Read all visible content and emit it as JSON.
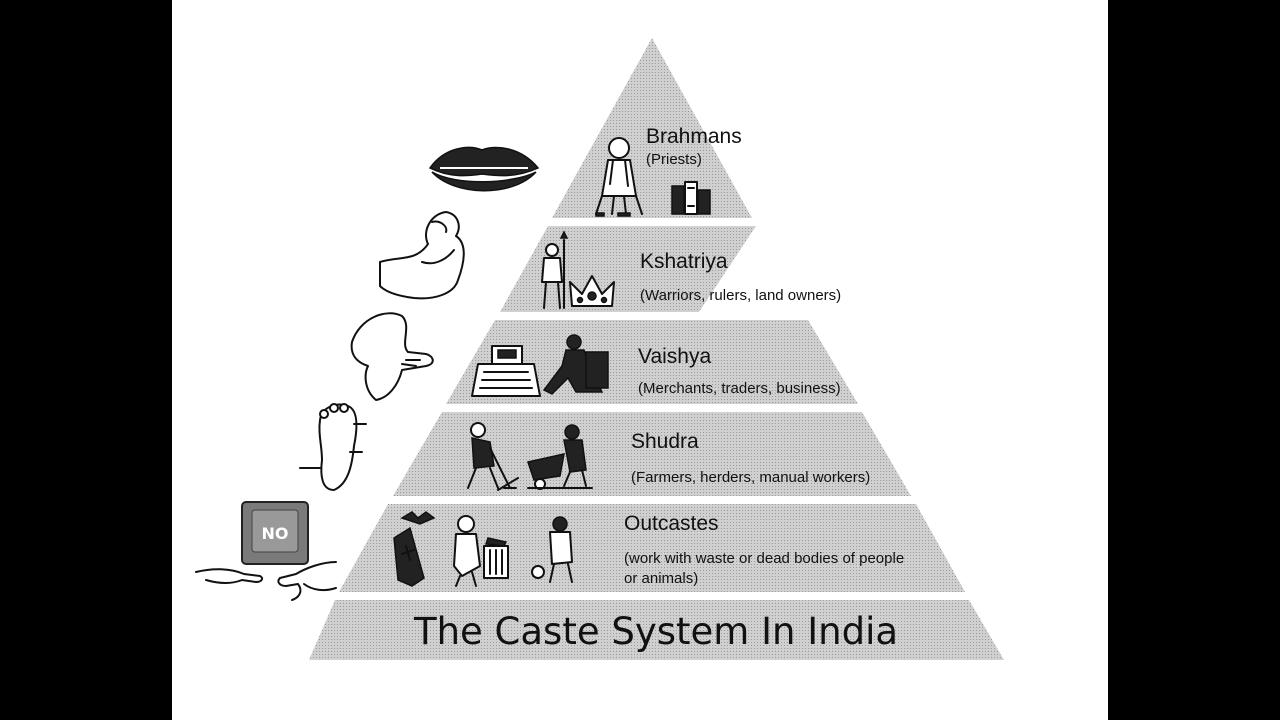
{
  "diagram": {
    "title": "The Caste System In India",
    "tiers": [
      {
        "name": "Brahmans",
        "description": "(Priests)",
        "icons": [
          "priest-icon",
          "books-icon"
        ]
      },
      {
        "name": "Kshatriya",
        "description": "(Warriors, rulers, land owners)",
        "icons": [
          "warrior-icon",
          "crown-icon"
        ]
      },
      {
        "name": "Vaishya",
        "description": "(Merchants, traders, business)",
        "icons": [
          "cash-register-icon",
          "businessman-icon"
        ]
      },
      {
        "name": "Shudra",
        "description": "(Farmers, herders, manual workers)",
        "icons": [
          "farmer-icon",
          "laborer-wheelbarrow-icon"
        ]
      },
      {
        "name": "Outcastes",
        "description_lines": [
          "(work with waste or dead bodies of people",
          "or animals)"
        ],
        "icons": [
          "coffin-bat-icon",
          "trash-collector-icon",
          "miner-icon"
        ]
      }
    ],
    "body_parts": [
      "lips-icon",
      "arm-icon",
      "thigh-icon",
      "foot-icon"
    ],
    "no_key_label": "NO",
    "fill_color": "#c8c8c8"
  }
}
